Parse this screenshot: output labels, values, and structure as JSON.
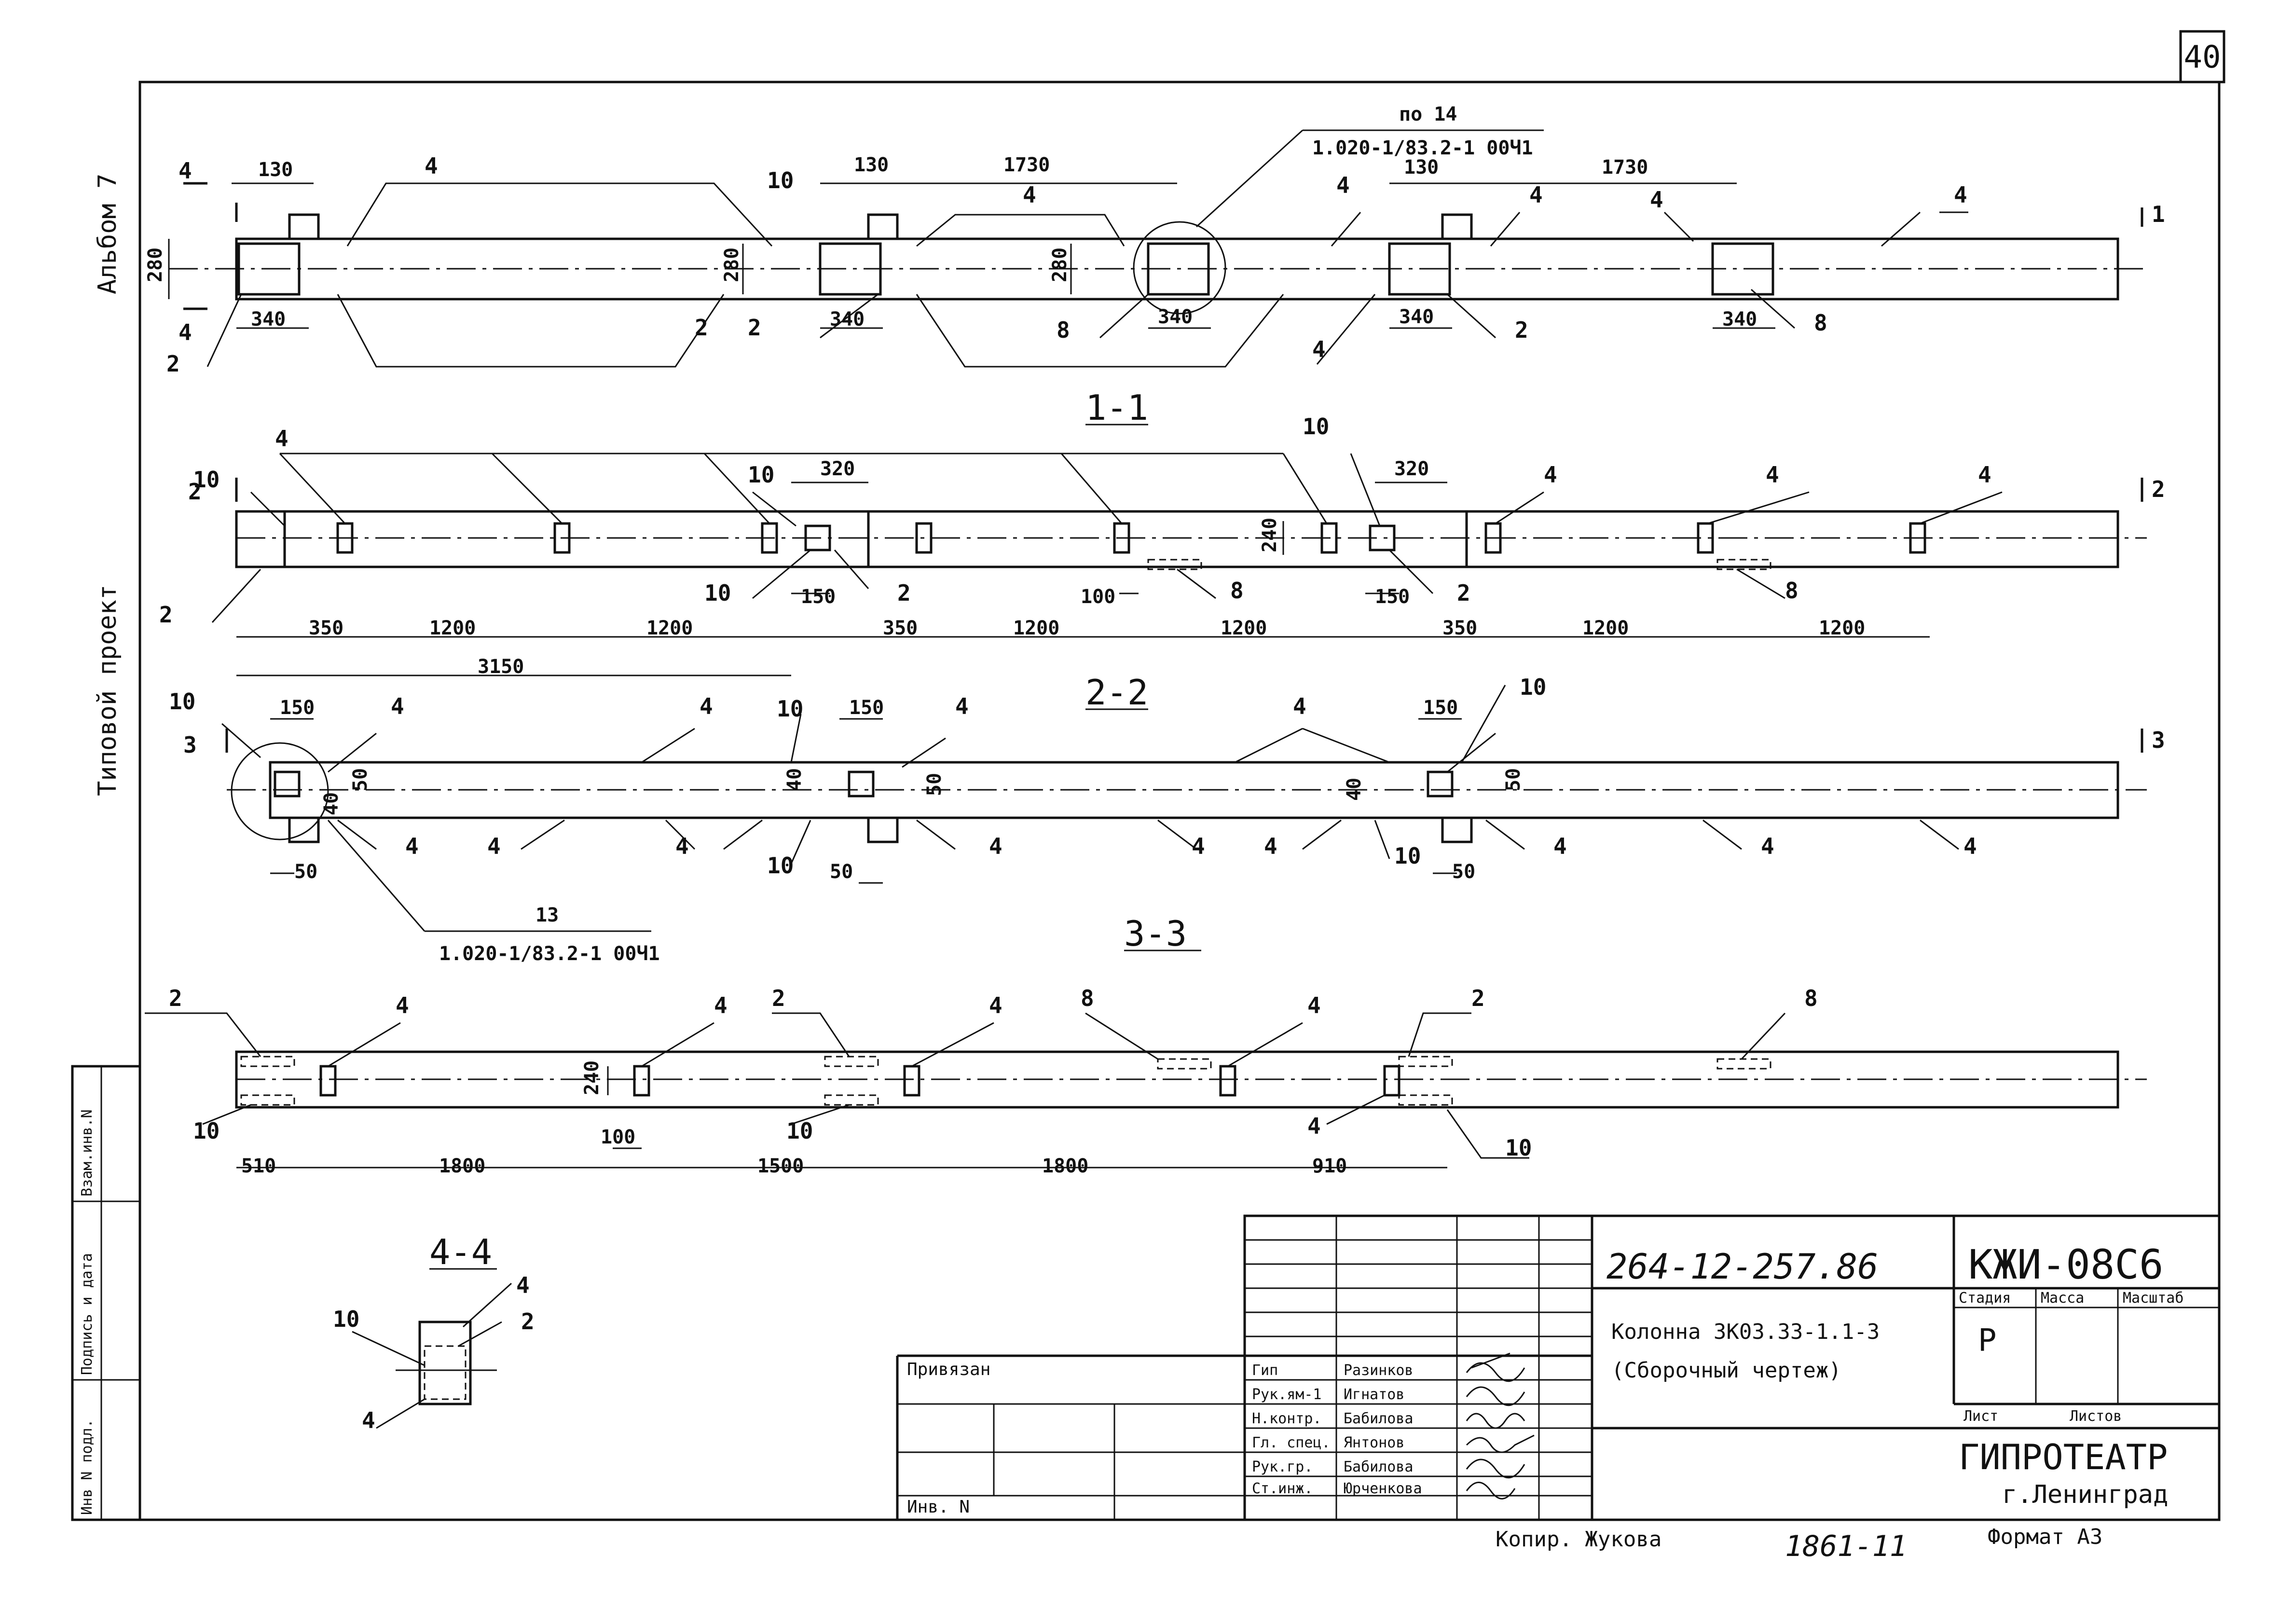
{
  "sheet": {
    "page_number": "40",
    "side_title_1": "Альбом 7",
    "side_title_2": "Типовой проект",
    "signed_by": "Копир. Жукова",
    "bottom_number": "1861-11",
    "format": "Формат А3"
  },
  "left_stamp": {
    "cells": [
      "Инв N подл.",
      "Подпись и дата",
      "Взам.инв.N"
    ]
  },
  "plan_1": {
    "dims_top": [
      "130",
      "130",
      "1730",
      "130",
      "1730"
    ],
    "dims_bottom": [
      "340",
      "340",
      "340",
      "340",
      "340"
    ],
    "dims_side": [
      "280",
      "280",
      "280"
    ],
    "marks": [
      "4",
      "4",
      "10",
      "4",
      "4",
      "4",
      "4",
      "2",
      "2",
      "8",
      "4",
      "2",
      "8",
      "2"
    ],
    "cut_marks": [
      "4",
      "4",
      "1"
    ],
    "callout_top": "по 14",
    "callout_ref": "1.020-1/83.2-1 00Ч1"
  },
  "section_1_1": {
    "title": "1-1",
    "dims_top": [
      "320",
      "320"
    ],
    "dims_mid": [
      "150",
      "150",
      "100",
      "240"
    ],
    "dims_bottom": [
      "350",
      "1200",
      "1200",
      "350",
      "1200",
      "1200",
      "350",
      "1200",
      "1200"
    ],
    "dim_total": "3150",
    "marks": [
      "10",
      "4",
      "10",
      "10",
      "4",
      "4",
      "4",
      "2",
      "10",
      "2",
      "8",
      "2",
      "8"
    ],
    "cut_marks": [
      "2",
      "2"
    ]
  },
  "section_2_2": {
    "title": "2-2",
    "dims_top": [
      "150",
      "150",
      "150"
    ],
    "dims_mid": [
      "50",
      "50",
      "50",
      "40",
      "40",
      "40"
    ],
    "dims_bottom": [
      "50",
      "50",
      "50"
    ],
    "marks": [
      "10",
      "4",
      "4",
      "10",
      "4",
      "4",
      "10",
      "4",
      "4",
      "4",
      "10",
      "4",
      "10",
      "4",
      "4",
      "4",
      "4",
      "4"
    ],
    "cut_marks": [
      "3",
      "3"
    ],
    "callout_ref_num": "13",
    "callout_ref": "1.020-1/83.2-1 00Ч1"
  },
  "section_3_3": {
    "title": "3-3",
    "dims_bottom": [
      "510",
      "1800",
      "1500",
      "1800",
      "910"
    ],
    "dims_mid": [
      "100",
      "240"
    ],
    "marks": [
      "2",
      "4",
      "4",
      "2",
      "4",
      "8",
      "4",
      "2",
      "8",
      "10",
      "10",
      "4",
      "10"
    ]
  },
  "section_4_4": {
    "title": "4-4",
    "marks": [
      "4",
      "10",
      "2",
      "4"
    ]
  },
  "title_block": {
    "doc_number": "264-12-257.86",
    "mark": "КЖИ-08С6",
    "object_line1": "Колонна 3К03.33-1.1-3",
    "object_line2": "(Сборочный чертеж)",
    "stage_header": "Стадия",
    "mass_header": "Масса",
    "scale_header": "Масштаб",
    "stage_value": "Р",
    "sheet_label": "Лист",
    "sheets_label": "Листов",
    "org": "ГИПРОТЕАТР",
    "city": "г.Ленинград",
    "bound_label": "Привязан",
    "inv_label": "Инв. N",
    "roles": [
      {
        "role": "Гип",
        "name": "Разинков"
      },
      {
        "role": "Рук.ям-1",
        "name": "Игнатов"
      },
      {
        "role": "Н.контр.",
        "name": "Бабилова"
      },
      {
        "role": "Гл. спец.",
        "name": "Янтонов"
      },
      {
        "role": "Рук.гр.",
        "name": "Бабилова"
      },
      {
        "role": "Ст.инж.",
        "name": "Юрченкова"
      }
    ]
  }
}
